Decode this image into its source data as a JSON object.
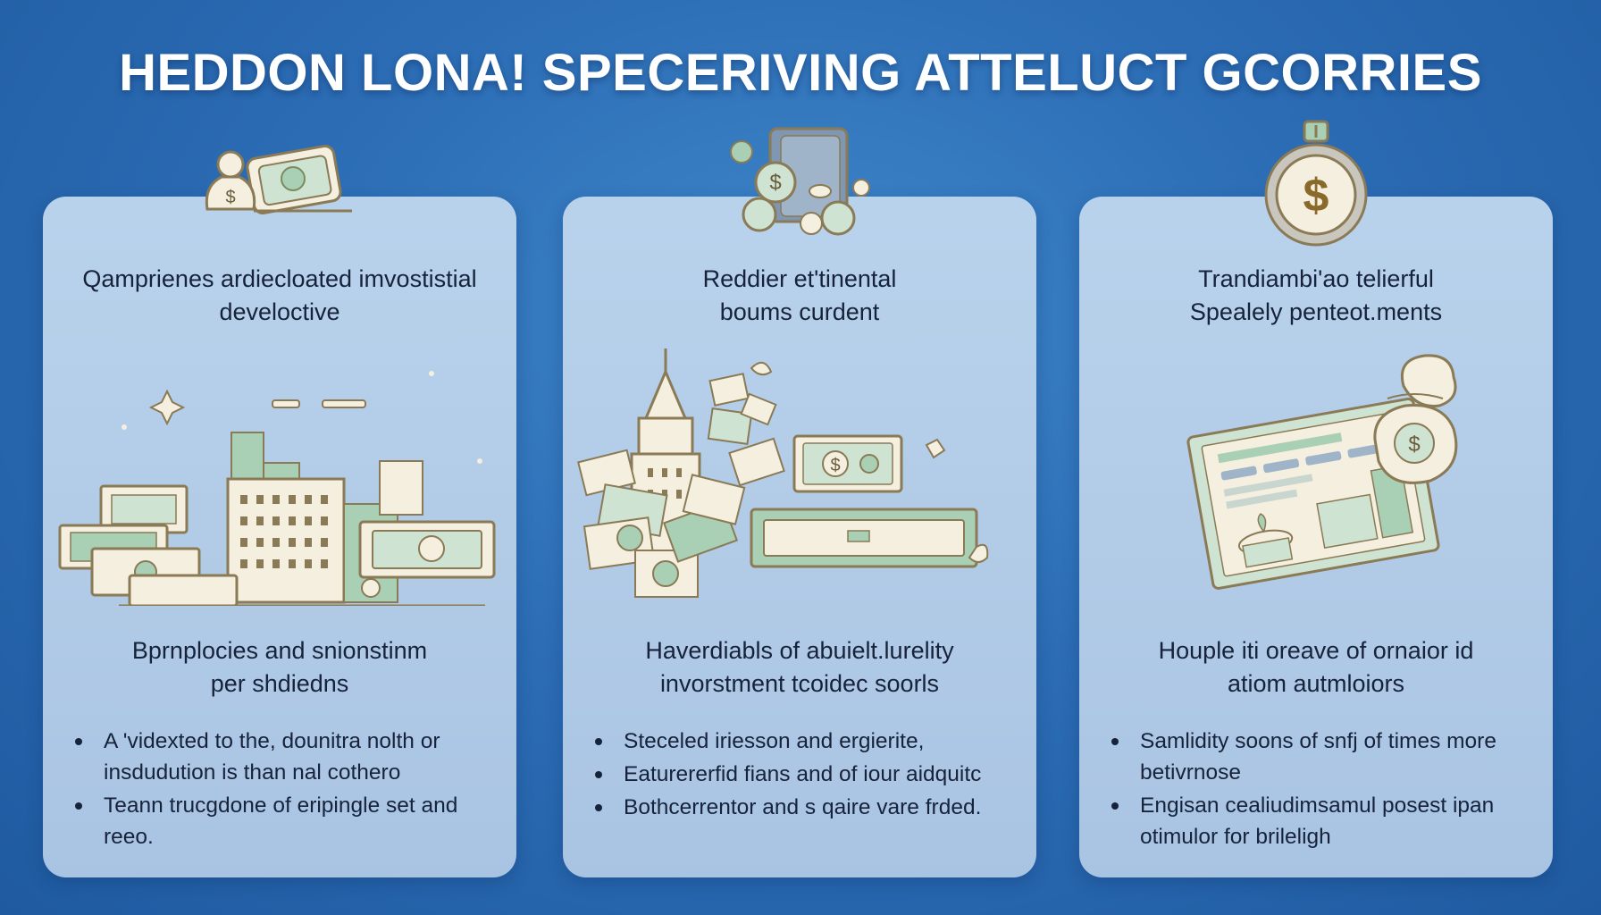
{
  "title": "HEDDON LONA! SPECERIVING ATTELUCT GCORRIES",
  "colors": {
    "background": "#2c6db5",
    "card": "#b4cde8",
    "text": "#16233a",
    "illustration_green": "#a9d0b4",
    "illustration_outline": "#8a7a55",
    "illustration_cream": "#f4efdf"
  },
  "cards": [
    {
      "icon": "money-bag-and-banknote-icon",
      "illustration": "city-skyline-with-banknotes-illustration",
      "subtitle_line1": "Qamprienes ardiecloated imvostistial",
      "subtitle_line2": "develoctive",
      "heading_line1": "Bprnplocies and snionstinm",
      "heading_line2": "per shdiedns",
      "bullets": [
        "A 'videxted to the, dounitra nolth or insdudution is than nal cothero",
        "Teann trucgdone of eripingle set and reeo."
      ]
    },
    {
      "icon": "coins-and-cards-icon",
      "illustration": "tower-with-flying-banknotes-illustration",
      "subtitle_line1": "Reddier et'tinental",
      "subtitle_line2": "boums curdent",
      "heading_line1": "Haverdiabls of abuielt.lurelity",
      "heading_line2": "invorstment tcoidec soorls",
      "bullets": [
        "Steceled iriesson and ergierite,",
        "Eaturererfid fians and of iour aidquitc",
        "Bothcerrentor and s qaire vare frded."
      ]
    },
    {
      "icon": "dollar-coin-stopwatch-icon",
      "illustration": "dashboard-tablet-with-money-bag-illustration",
      "subtitle_line1": "Trandiambi'ao telierful",
      "subtitle_line2": "Spealely penteot.ments",
      "heading_line1": "Houple iti oreave of ornaior id",
      "heading_line2": "atiom autmloiors",
      "bullets": [
        "Samlidity soons of snfj of times more betivrnose",
        "Engisan cealiudimsamul posest ipan otimulor for brileligh"
      ]
    }
  ],
  "glyphs": {
    "dollar": "$"
  }
}
